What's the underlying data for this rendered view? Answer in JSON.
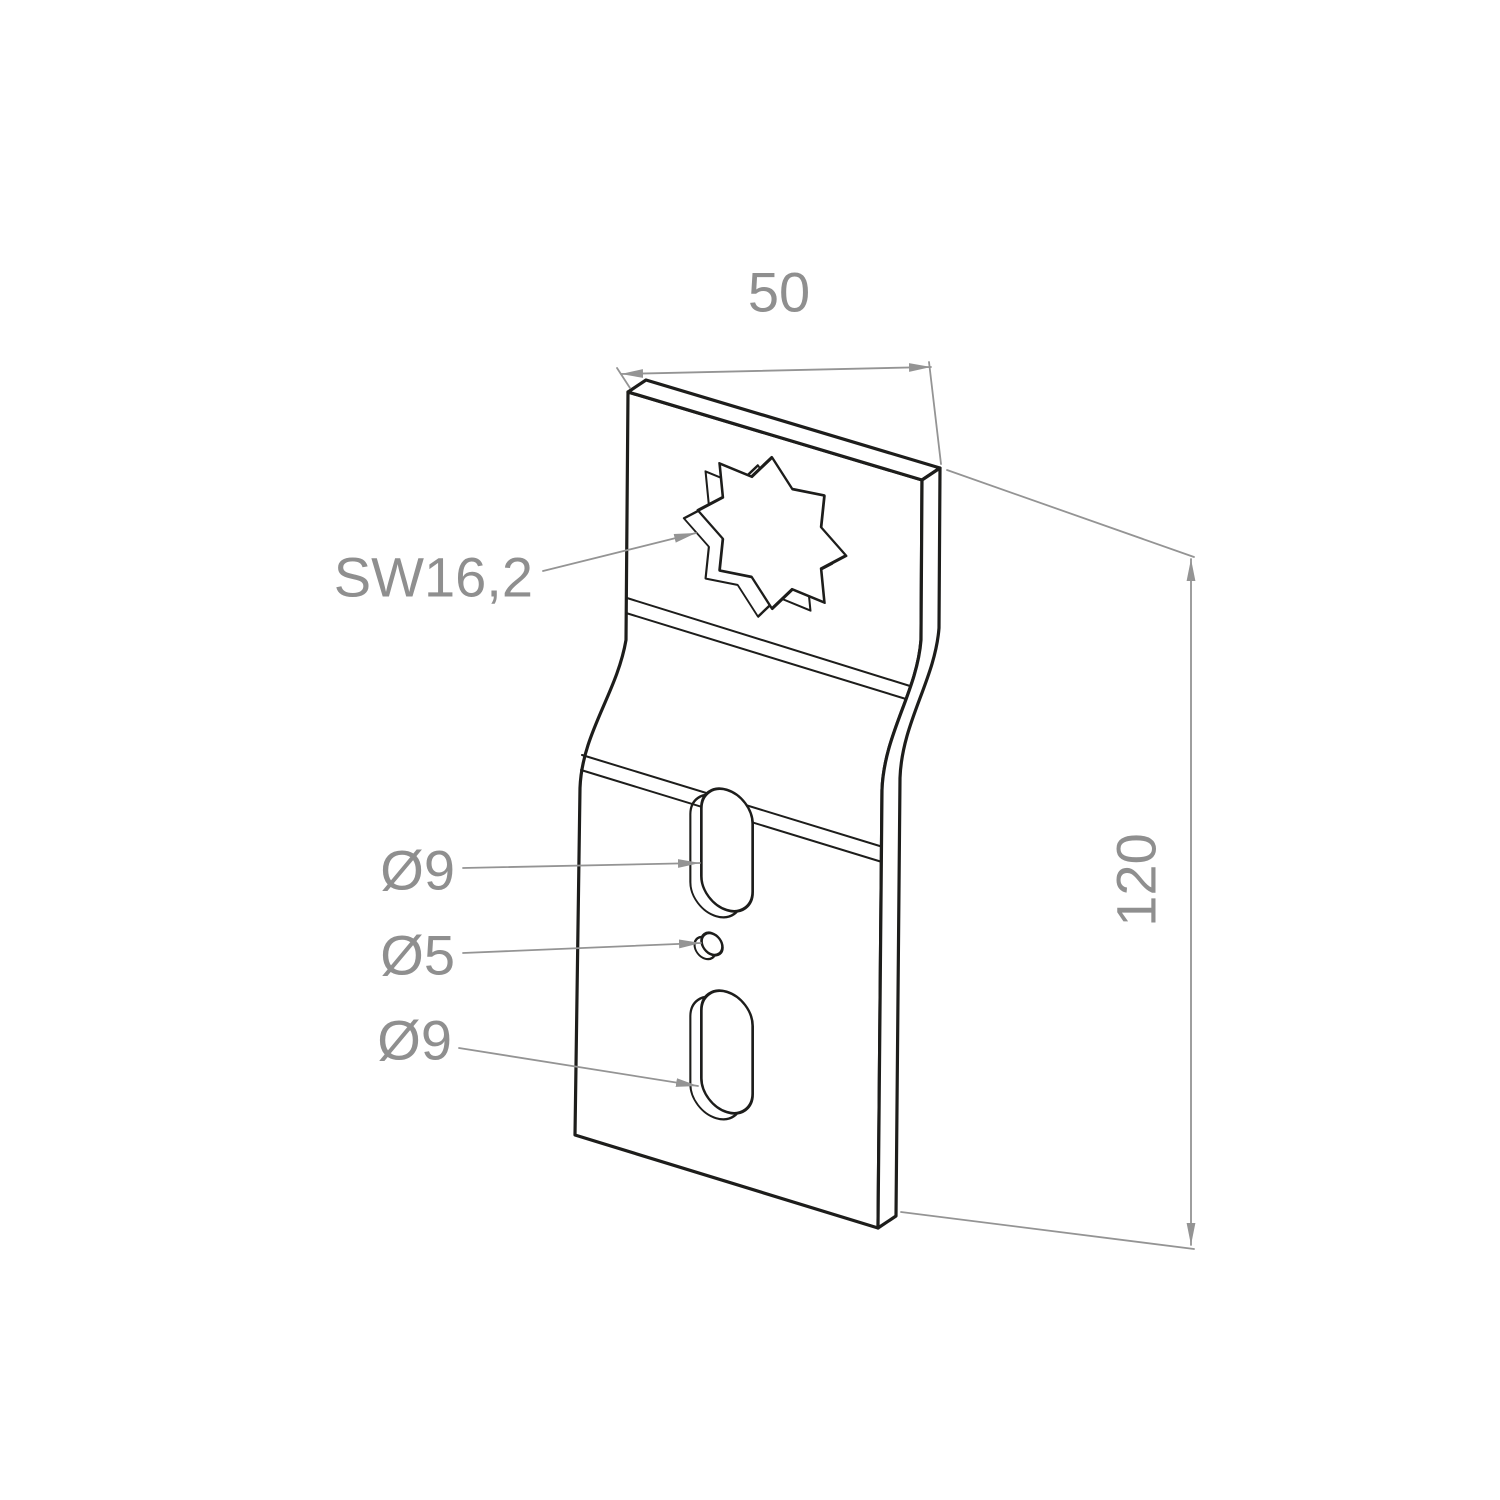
{
  "drawing": {
    "dim_width_label": "50",
    "dim_height_label": "120",
    "callout_star_label": "SW16,2",
    "callout_top_slot_label": "Ø9",
    "callout_center_hole_label": "Ø5",
    "callout_bottom_slot_label": "Ø9",
    "colors": {
      "part_line": "#1d1d1b",
      "annotation_line": "#949494",
      "annotation_text": "#8f8f8f",
      "background": "#ffffff"
    }
  }
}
